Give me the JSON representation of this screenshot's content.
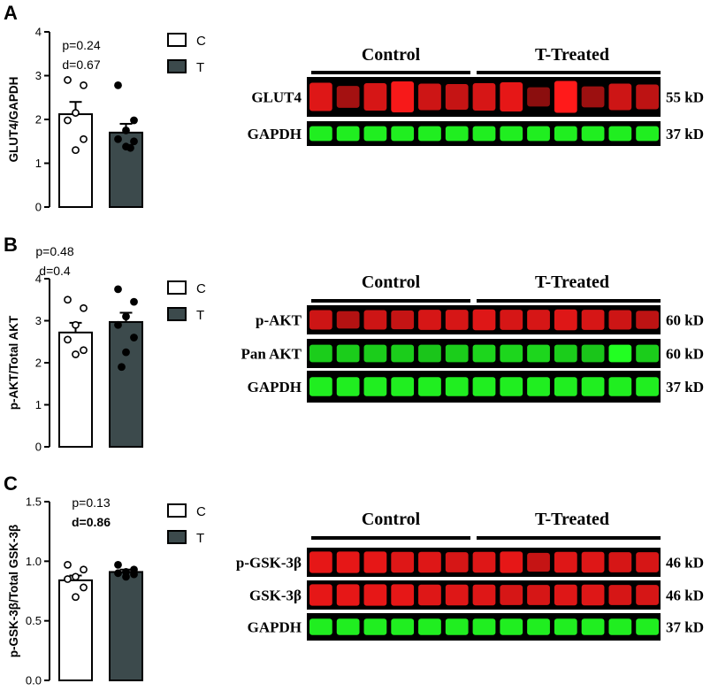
{
  "panels": [
    {
      "letter": "A",
      "chart_data": {
        "type": "bar",
        "ylabel": "GLUT4/GAPDH",
        "ylim": [
          0,
          4
        ],
        "yticks": [
          0,
          1,
          2,
          3,
          4
        ],
        "categories": [
          "C",
          "T"
        ],
        "values": [
          2.12,
          1.7
        ],
        "sem": [
          0.28,
          0.2
        ],
        "points": [
          [
            2.9,
            2.78,
            2.15,
            1.98,
            1.55,
            1.3
          ],
          [
            2.78,
            1.98,
            1.75,
            1.55,
            1.5,
            1.38,
            1.35
          ]
        ],
        "fills": [
          "#ffffff",
          "#3c4a4c"
        ],
        "point_fills": [
          "#ffffff",
          "#000000"
        ],
        "annotations": [
          "p=0.24",
          "d=0.67"
        ],
        "legend": [
          "C",
          "T"
        ]
      },
      "blot": {
        "groups": [
          "Control",
          "T-Treated"
        ],
        "rows": [
          {
            "label": "GLUT4",
            "size": "55 kD",
            "color": "red",
            "intensity": [
              0.8,
              0.45,
              0.75,
              0.95,
              0.7,
              0.65,
              0.75,
              0.85,
              0.3,
              1.0,
              0.4,
              0.7,
              0.6
            ]
          },
          {
            "label": "GAPDH",
            "size": "37 kD",
            "color": "green",
            "intensity": [
              0.9,
              0.9,
              0.9,
              0.9,
              0.9,
              0.9,
              0.9,
              0.9,
              0.9,
              0.9,
              0.9,
              0.9,
              0.9
            ]
          }
        ]
      }
    },
    {
      "letter": "B",
      "chart_data": {
        "type": "bar",
        "ylabel": "p-AKT/Total AKT",
        "ylim": [
          0,
          4
        ],
        "yticks": [
          0,
          1,
          2,
          3,
          4
        ],
        "categories": [
          "C",
          "T"
        ],
        "values": [
          2.72,
          2.97
        ],
        "sem": [
          0.23,
          0.22
        ],
        "points": [
          [
            3.5,
            3.3,
            2.9,
            2.55,
            2.3,
            2.2
          ],
          [
            3.75,
            3.45,
            3.1,
            2.9,
            2.6,
            2.25,
            1.9
          ]
        ],
        "fills": [
          "#ffffff",
          "#3c4a4c"
        ],
        "point_fills": [
          "#ffffff",
          "#000000"
        ],
        "annotations": [
          "p=0.48",
          "d=0.4"
        ],
        "legend": [
          "C",
          "T"
        ]
      },
      "blot": {
        "groups": [
          "Control",
          "T-Treated"
        ],
        "rows": [
          {
            "label": "p-AKT",
            "size": "60 kD",
            "color": "red",
            "intensity": [
              0.7,
              0.55,
              0.7,
              0.65,
              0.75,
              0.75,
              0.8,
              0.75,
              0.75,
              0.8,
              0.75,
              0.7,
              0.6
            ]
          },
          {
            "label": "Pan AKT",
            "size": "60 kD",
            "color": "green",
            "intensity": [
              0.7,
              0.7,
              0.7,
              0.7,
              0.65,
              0.7,
              0.75,
              0.75,
              0.75,
              0.7,
              0.65,
              1.0,
              0.7
            ]
          },
          {
            "label": "GAPDH",
            "size": "37 kD",
            "color": "green",
            "intensity": [
              0.9,
              0.9,
              0.9,
              0.9,
              0.9,
              0.9,
              0.9,
              0.9,
              0.9,
              0.9,
              0.9,
              0.9,
              0.9
            ]
          }
        ]
      }
    },
    {
      "letter": "C",
      "chart_data": {
        "type": "bar",
        "ylabel": "p-GSK-3β/Total GSK-3β",
        "ylim": [
          0,
          1.5
        ],
        "yticks": [
          0.0,
          0.5,
          1.0,
          1.5
        ],
        "tick_format": 1,
        "categories": [
          "C",
          "T"
        ],
        "values": [
          0.84,
          0.91
        ],
        "sem": [
          0.04,
          0.02
        ],
        "points": [
          [
            0.97,
            0.93,
            0.87,
            0.85,
            0.78,
            0.7
          ],
          [
            0.97,
            0.93,
            0.91,
            0.9,
            0.89,
            0.87
          ]
        ],
        "fills": [
          "#ffffff",
          "#3c4a4c"
        ],
        "point_fills": [
          "#ffffff",
          "#000000"
        ],
        "annotations": [
          "p=0.13",
          "d=0.86"
        ],
        "legend": [
          "C",
          "T"
        ]
      },
      "blot": {
        "groups": [
          "Control",
          "T-Treated"
        ],
        "rows": [
          {
            "label": "p-GSK-3β",
            "size": "46 kD",
            "color": "red",
            "intensity": [
              0.85,
              0.85,
              0.85,
              0.8,
              0.8,
              0.75,
              0.8,
              0.85,
              0.65,
              0.8,
              0.8,
              0.75,
              0.75
            ]
          },
          {
            "label": "GSK-3β",
            "size": "46 kD",
            "color": "red",
            "intensity": [
              0.85,
              0.85,
              0.85,
              0.85,
              0.8,
              0.8,
              0.8,
              0.75,
              0.75,
              0.8,
              0.8,
              0.75,
              0.75
            ]
          },
          {
            "label": "GAPDH",
            "size": "37 kD",
            "color": "green",
            "intensity": [
              0.9,
              0.9,
              0.9,
              0.9,
              0.9,
              0.9,
              0.9,
              0.9,
              0.9,
              0.9,
              0.9,
              0.9,
              0.9
            ]
          }
        ]
      }
    }
  ],
  "colors": {
    "bar_t": "#3c4a4c",
    "band_red": "#ff1a1a",
    "band_green": "#22ff22",
    "blot_bg": "#000000"
  }
}
